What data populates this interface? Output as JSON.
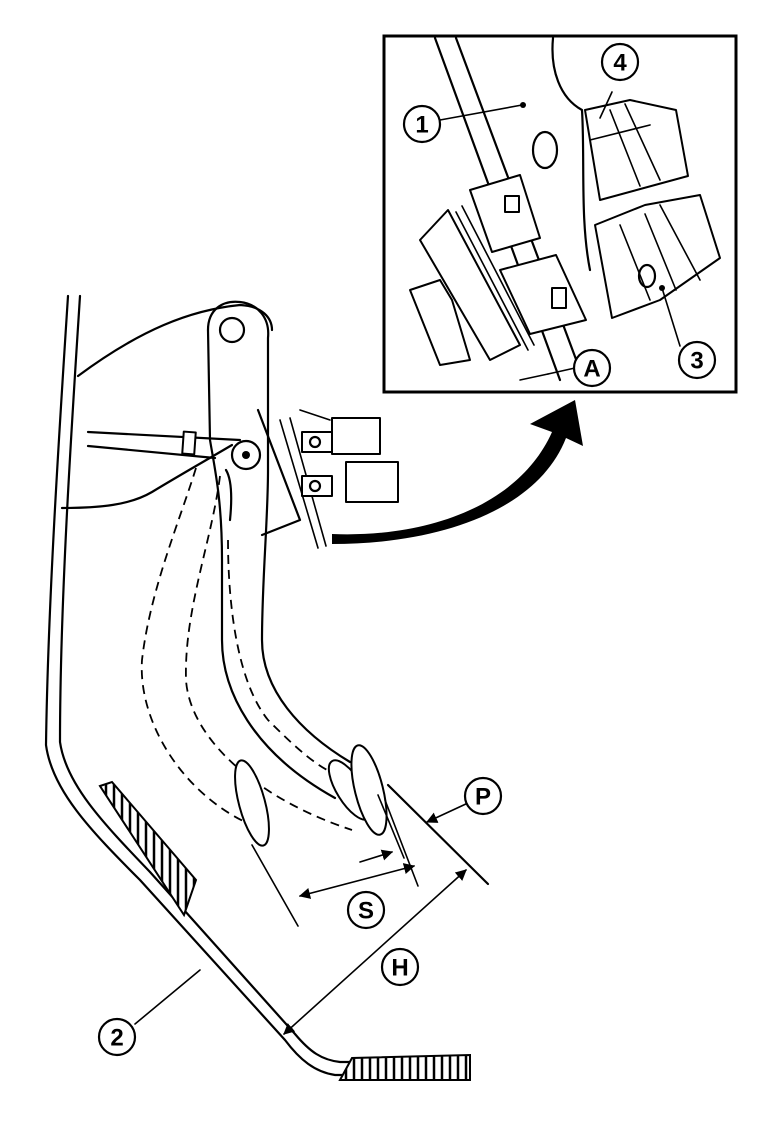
{
  "callouts": {
    "part_1": "1",
    "part_2": "2",
    "part_3": "3",
    "part_4": "4",
    "clearance_a": "A",
    "play_p": "P",
    "stroke_s": "S",
    "height_h": "H"
  }
}
